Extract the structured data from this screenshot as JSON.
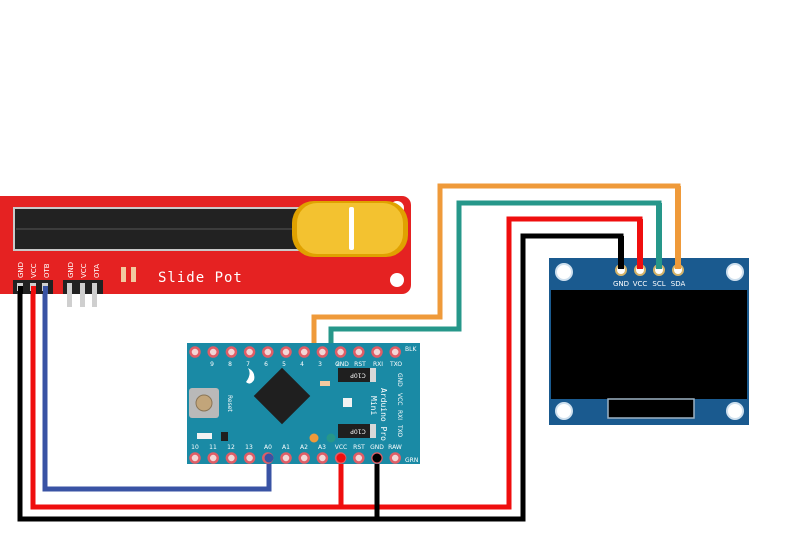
{
  "colors": {
    "background": "#ffffff",
    "slide_pot_board": "#e52222",
    "arduino_board": "#1a8aa5",
    "oled_board": "#1a5a8f",
    "oled_screen": "#000000",
    "wire_orange": "#ef9a3a",
    "wire_teal": "#26978a",
    "wire_red": "#ef0e0e",
    "wire_black": "#000000",
    "wire_blue": "#3953a4"
  },
  "slide_pot": {
    "title": "Slide Pot",
    "pins_left": [
      "GND",
      "VCC",
      "OTB"
    ],
    "pins_right": [
      "GND",
      "VCC",
      "OTA"
    ]
  },
  "arduino": {
    "name_line1": "Arduino Pro",
    "name_line2": "Mini",
    "reset_label": "Reset",
    "cap_label": "C10P",
    "top_pins": [
      "10",
      "11",
      "12",
      "13",
      "A0",
      "A1",
      "A2",
      "A3",
      "VCC",
      "RST",
      "GND",
      "RAW"
    ],
    "top_row_numbers": [
      "9",
      "8",
      "7",
      "6",
      "5",
      "4",
      "3",
      "2"
    ],
    "top_row_labels": [
      "GND",
      "RST",
      "RXI",
      "TXO"
    ],
    "side_labels": [
      "BLK",
      "GRN",
      "GND",
      "VCC",
      "RXI",
      "TXO"
    ]
  },
  "oled": {
    "pins": [
      "GND",
      "VCC",
      "SCL",
      "SDA"
    ]
  }
}
